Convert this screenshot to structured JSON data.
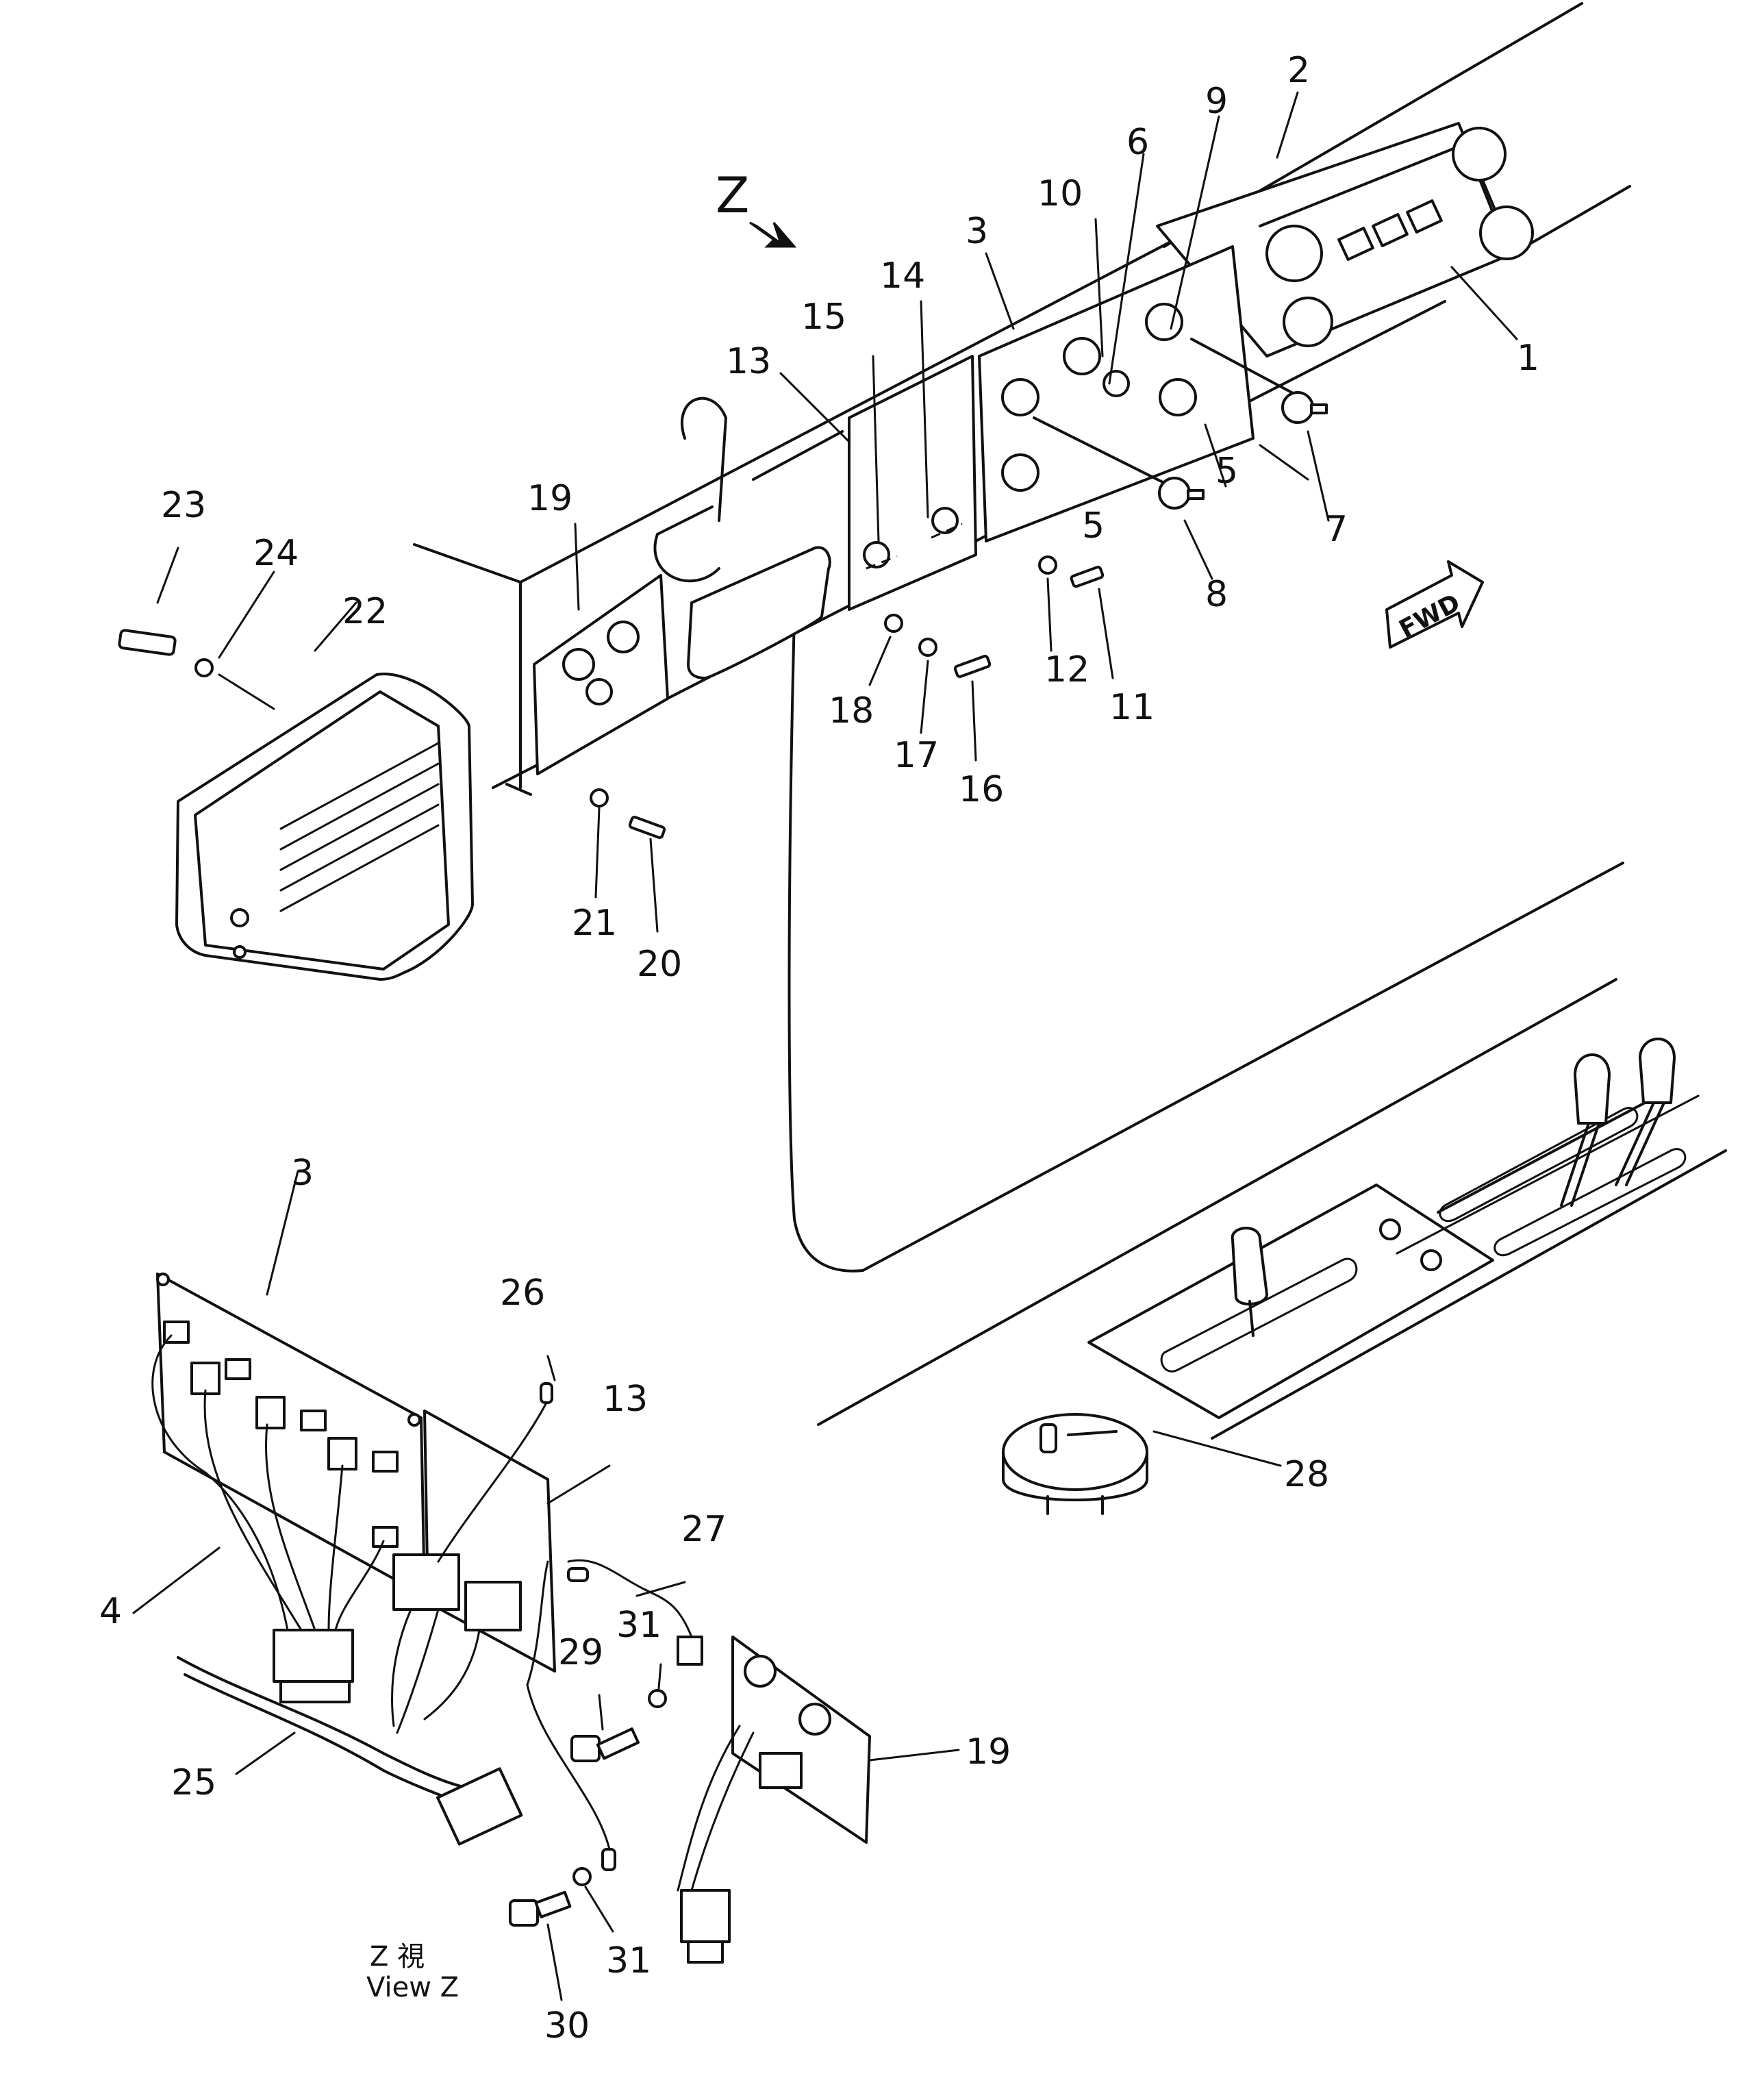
{
  "view_marker": "Z",
  "caption": {
    "line1": "Z 視",
    "line2": "View Z"
  },
  "fwd_label": "FWD",
  "callouts": [
    {
      "id": "c1",
      "text": "1"
    },
    {
      "id": "c2",
      "text": "2"
    },
    {
      "id": "c3a",
      "text": "3"
    },
    {
      "id": "c5a",
      "text": "5"
    },
    {
      "id": "c5b",
      "text": "5"
    },
    {
      "id": "c6",
      "text": "6"
    },
    {
      "id": "c7",
      "text": "7"
    },
    {
      "id": "c8",
      "text": "8"
    },
    {
      "id": "c9",
      "text": "9"
    },
    {
      "id": "c10",
      "text": "10"
    },
    {
      "id": "c11",
      "text": "11"
    },
    {
      "id": "c12",
      "text": "12"
    },
    {
      "id": "c13a",
      "text": "13"
    },
    {
      "id": "c14",
      "text": "14"
    },
    {
      "id": "c15",
      "text": "15"
    },
    {
      "id": "c16",
      "text": "16"
    },
    {
      "id": "c17",
      "text": "17"
    },
    {
      "id": "c18",
      "text": "18"
    },
    {
      "id": "c19a",
      "text": "19"
    },
    {
      "id": "c20",
      "text": "20"
    },
    {
      "id": "c21",
      "text": "21"
    },
    {
      "id": "c22",
      "text": "22"
    },
    {
      "id": "c23",
      "text": "23"
    },
    {
      "id": "c24",
      "text": "24"
    },
    {
      "id": "c3b",
      "text": "3"
    },
    {
      "id": "c4",
      "text": "4"
    },
    {
      "id": "c13b",
      "text": "13"
    },
    {
      "id": "c19b",
      "text": "19"
    },
    {
      "id": "c25",
      "text": "25"
    },
    {
      "id": "c26",
      "text": "26"
    },
    {
      "id": "c27",
      "text": "27"
    },
    {
      "id": "c28",
      "text": "28"
    },
    {
      "id": "c29",
      "text": "29"
    },
    {
      "id": "c30",
      "text": "30"
    },
    {
      "id": "c31a",
      "text": "31"
    },
    {
      "id": "c31b",
      "text": "31"
    }
  ]
}
